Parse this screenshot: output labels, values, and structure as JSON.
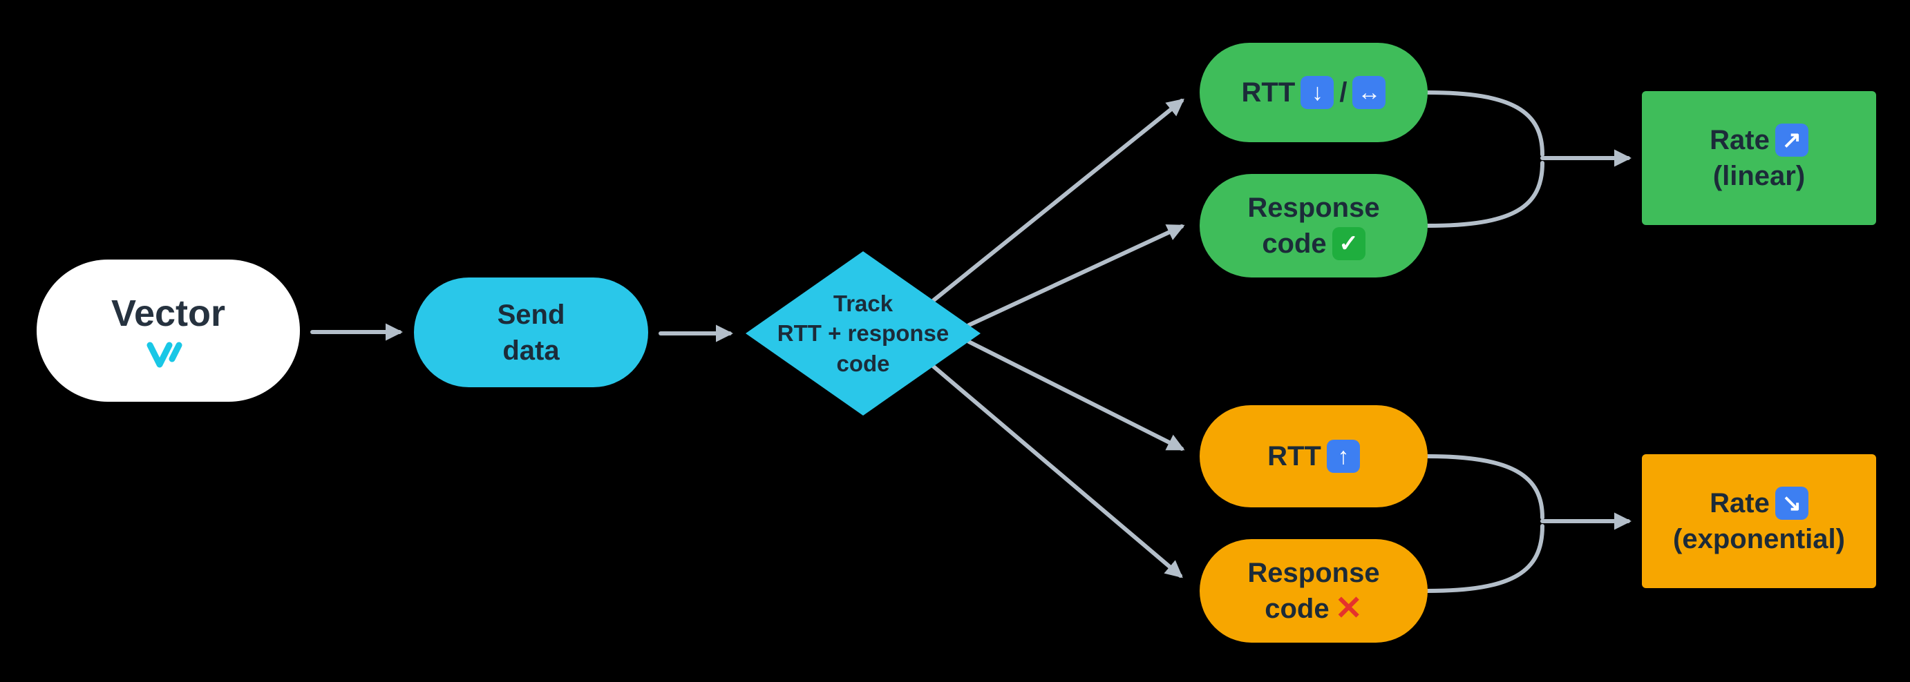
{
  "colors": {
    "background": "#000000",
    "connector": "#b4bfca",
    "cyan": "#2ac7e9",
    "green": "#3fbd5a",
    "orange": "#f7a600",
    "node_text": "#1c2b39",
    "emoji_square_blue": "#3d7ff2",
    "emoji_check_green": "#1fae3e",
    "cross_red": "#e5322c",
    "vector_logo_cyan": "#19c7e6"
  },
  "nodes": {
    "vector": {
      "label": "Vector"
    },
    "send_data": {
      "line1": "Send",
      "line2": "data"
    },
    "track_decision": {
      "line1": "Track",
      "line2": "RTT + response",
      "line3": "code"
    },
    "rtt_good": {
      "label": "RTT",
      "separator": "/"
    },
    "response_good": {
      "line1": "Response",
      "line2": "code"
    },
    "rtt_bad": {
      "label": "RTT"
    },
    "response_bad": {
      "line1": "Response",
      "line2": "code"
    },
    "rate_linear": {
      "line1": "Rate",
      "line2": "(linear)"
    },
    "rate_exponential": {
      "line1": "Rate",
      "line2": "(exponential)"
    }
  },
  "icons": {
    "arrow_down": "↓",
    "arrow_left_right": "↔",
    "arrow_up": "↑",
    "arrow_up_right": "↗",
    "arrow_down_right": "↘",
    "check": "✓",
    "cross": "✕"
  }
}
